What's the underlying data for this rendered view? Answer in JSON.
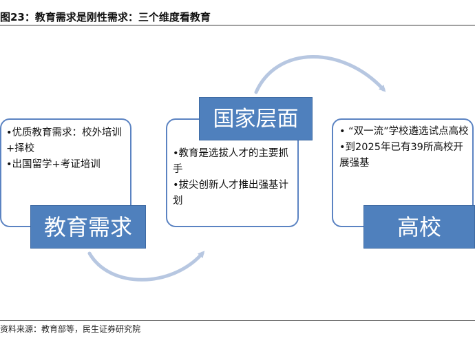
{
  "figure": {
    "title": "图23：教育需求是刚性需求：三个维度看教育",
    "source": "资料来源：教育部等，民生证券研究院"
  },
  "panels": [
    {
      "label": "教育需求",
      "bullets": [
        "•优质教育需求：校外培训+择校",
        "•出国留学+考证培训"
      ]
    },
    {
      "label": "国家层面",
      "bullets": [
        "•教育是选拔人才的主要抓手",
        "•拔尖创新人才推出强基计划"
      ]
    },
    {
      "label": "高校",
      "bullets": [
        "• “双一流”学校遴选试点高校",
        "•到2025年已有39所高校开展强基"
      ]
    }
  ],
  "colors": {
    "box_border": "#5b83c2",
    "label_fill": "#4f80bd",
    "label_text": "#ffffff",
    "arrow": "#b7c7e1"
  }
}
